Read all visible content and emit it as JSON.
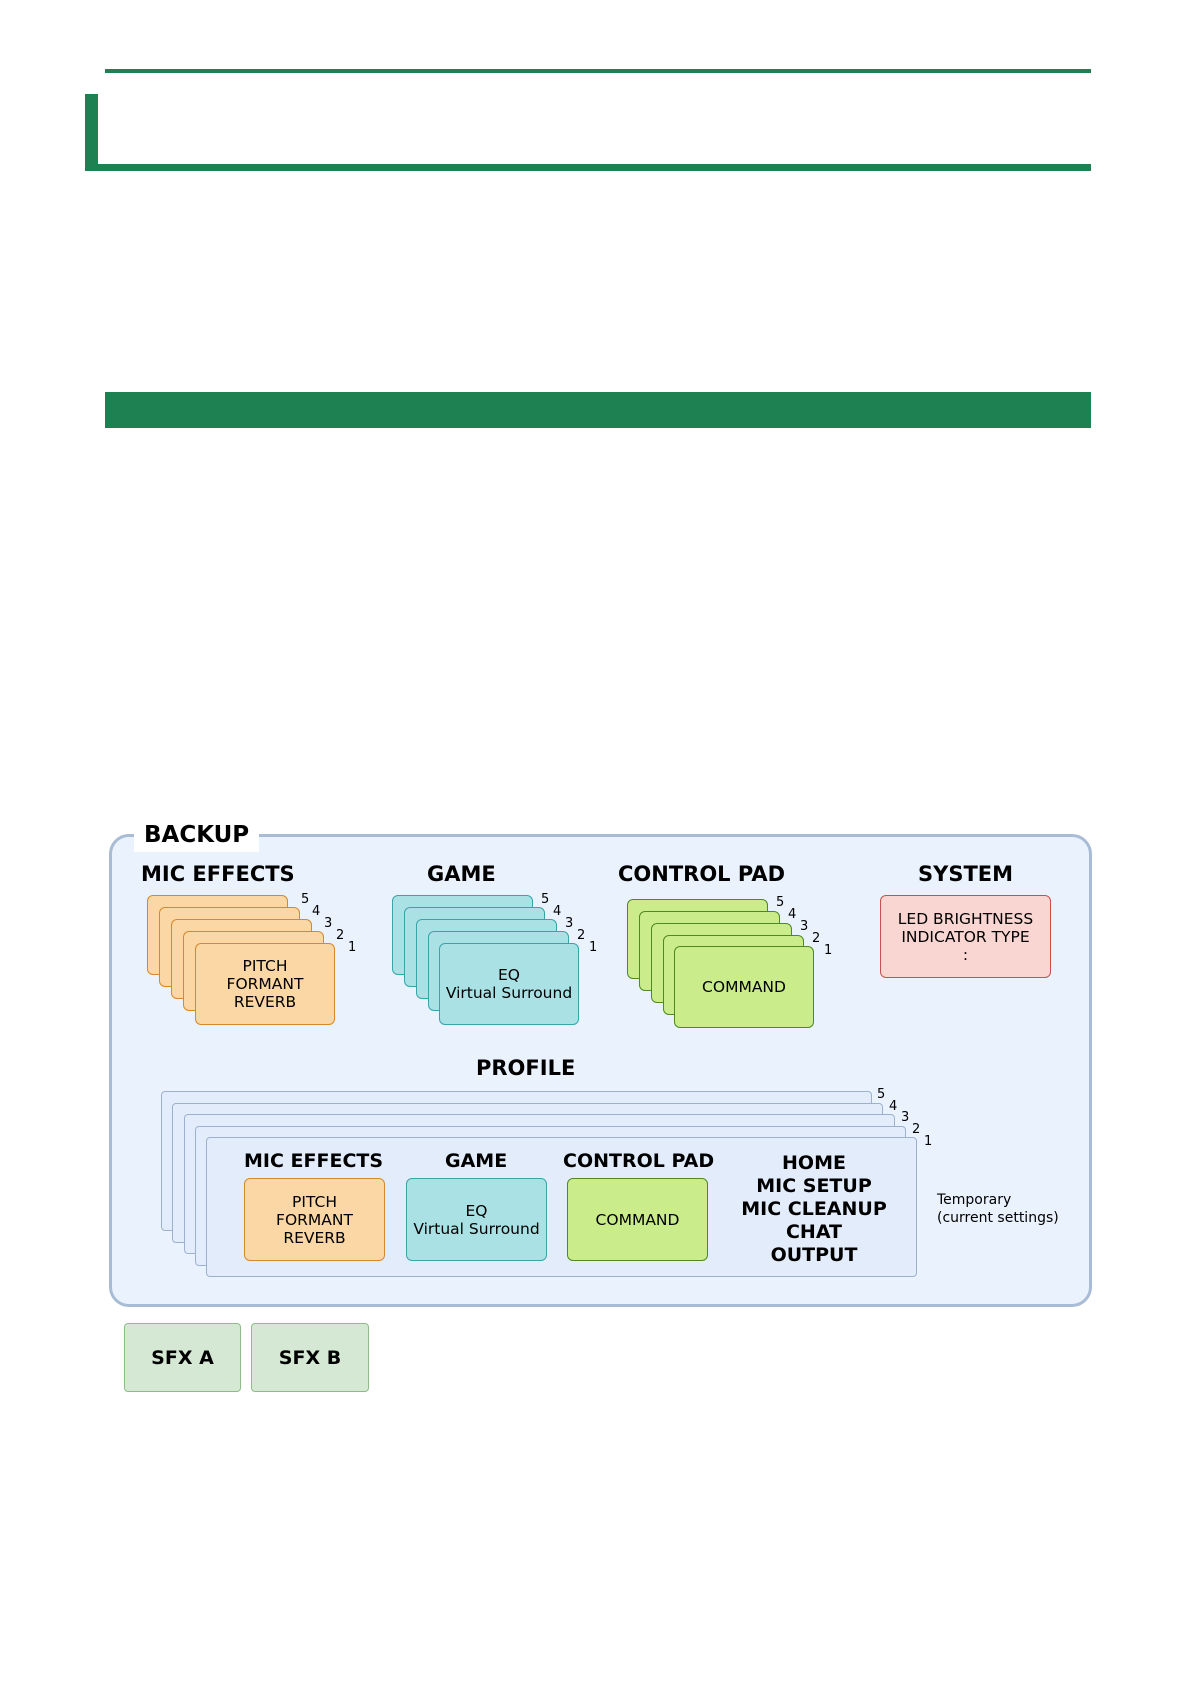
{
  "backup": {
    "title": "BACKUP",
    "mic_effects": {
      "heading": "MIC EFFECTS",
      "lines": [
        "PITCH",
        "FORMANT",
        "REVERB"
      ],
      "stack_numbers": [
        "5",
        "4",
        "3",
        "2",
        "1"
      ]
    },
    "game": {
      "heading": "GAME",
      "lines": [
        "EQ",
        "Virtual Surround"
      ],
      "stack_numbers": [
        "5",
        "4",
        "3",
        "2",
        "1"
      ]
    },
    "control_pad": {
      "heading": "CONTROL PAD",
      "lines": [
        "COMMAND"
      ],
      "stack_numbers": [
        "5",
        "4",
        "3",
        "2",
        "1"
      ]
    },
    "system": {
      "heading": "SYSTEM",
      "lines": [
        "LED BRIGHTNESS",
        "INDICATOR TYPE",
        ":"
      ]
    },
    "profile": {
      "heading": "PROFILE",
      "stack_numbers": [
        "5",
        "4",
        "3",
        "2",
        "1"
      ],
      "mic_effects": {
        "heading": "MIC EFFECTS",
        "lines": [
          "PITCH",
          "FORMANT",
          "REVERB"
        ]
      },
      "game": {
        "heading": "GAME",
        "lines": [
          "EQ",
          "Virtual Surround"
        ]
      },
      "control_pad": {
        "heading": "CONTROL PAD",
        "lines": [
          "COMMAND"
        ]
      },
      "other_settings": [
        "HOME",
        "MIC SETUP",
        "MIC CLEANUP",
        "CHAT",
        "OUTPUT"
      ]
    },
    "temporary_note": [
      "Temporary",
      "(current settings)"
    ]
  },
  "sfx": {
    "a_label": "SFX A",
    "b_label": "SFX B"
  },
  "colors": {
    "brand_green": "#1e8152",
    "backup_fill": "#eaf2fd",
    "mic_effects_fill": "#fad7a5",
    "game_fill": "#aae1e4",
    "control_pad_fill": "#cbec8b",
    "system_fill": "#f9d6d2",
    "sfx_fill": "#d5e8d4"
  }
}
